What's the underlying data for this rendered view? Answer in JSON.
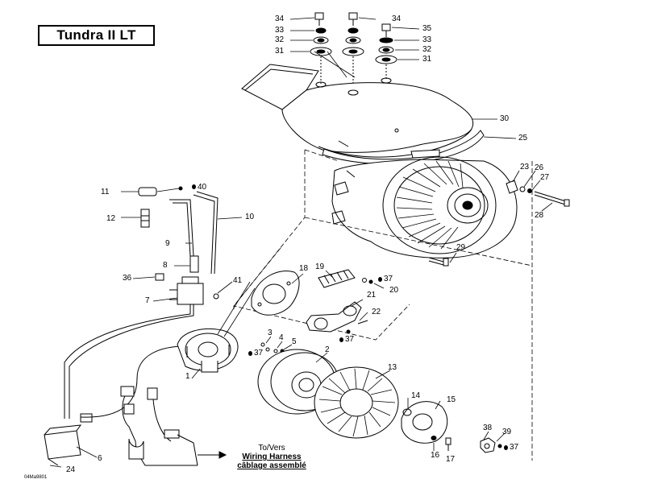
{
  "title": "Tundra II LT",
  "drawing_code": "04Ma9801",
  "harness_note": {
    "line1": "To/Vers",
    "line2": "Wiring Harness",
    "line3": "câblage assemblé"
  },
  "part_numbers": {
    "p34a": "34",
    "p34b": "34",
    "p35": "35",
    "p33a": "33",
    "p33b": "33",
    "p32a": "32",
    "p32b": "32",
    "p31a": "31",
    "p31b": "31",
    "p30": "30",
    "p25": "25",
    "p23": "23",
    "p26": "26",
    "p27": "27",
    "p28": "28",
    "p29": "29",
    "p11": "11",
    "p40": "40",
    "p12": "12",
    "p10": "10",
    "p9": "9",
    "p8": "8",
    "p36": "36",
    "p41": "41",
    "p7": "7",
    "p18": "18",
    "p19": "19",
    "p37a": "37",
    "p20": "20",
    "p21": "21",
    "p22": "22",
    "p37b": "37",
    "p3": "3",
    "p4": "4",
    "p5": "5",
    "p37c": "37",
    "p2": "2",
    "p1": "1",
    "p13": "13",
    "p14": "14",
    "p15": "15",
    "p38": "38",
    "p39": "39",
    "p37d": "37",
    "p16": "16",
    "p17": "17",
    "p6": "6",
    "p24": "24"
  }
}
